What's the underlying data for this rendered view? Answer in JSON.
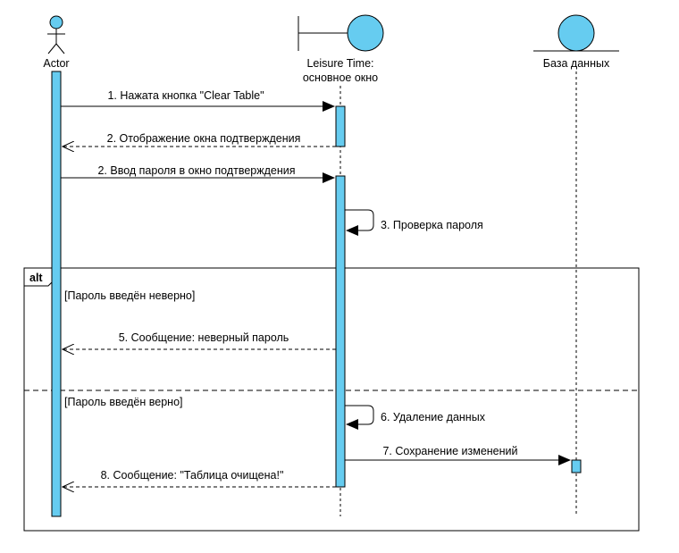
{
  "colors": {
    "activation_fill": "#66ccf0",
    "activation_stroke": "#000000",
    "line": "#000000",
    "background": "#ffffff"
  },
  "participants": {
    "actor": {
      "name": "Actor",
      "icon": "actor-stick-figure-icon"
    },
    "boundary": {
      "name_line1": "Leisure Time:",
      "name_line2": "основное окно",
      "icon": "boundary-icon"
    },
    "entity": {
      "name": "База данных",
      "icon": "entity-icon"
    }
  },
  "messages": [
    {
      "label": "1. Нажата кнопка \"Clear Table\"",
      "kind": "sync"
    },
    {
      "label": "2. Отображение окна подтверждения",
      "kind": "return"
    },
    {
      "label": "2. Ввод пароля в окно подтверждения",
      "kind": "sync"
    },
    {
      "label": "3. Проверка пароля",
      "kind": "self"
    },
    {
      "label": "5. Сообщение: неверный пароль",
      "kind": "return"
    },
    {
      "label": "6. Удаление данных",
      "kind": "self"
    },
    {
      "label": "7. Сохранение изменений",
      "kind": "sync"
    },
    {
      "label": "8. Сообщение: \"Таблица очищена!\"",
      "kind": "return"
    }
  ],
  "fragment": {
    "operator": "alt",
    "guard1": "[Пароль введён неверно]",
    "guard2": "[Пароль введён верно]"
  }
}
